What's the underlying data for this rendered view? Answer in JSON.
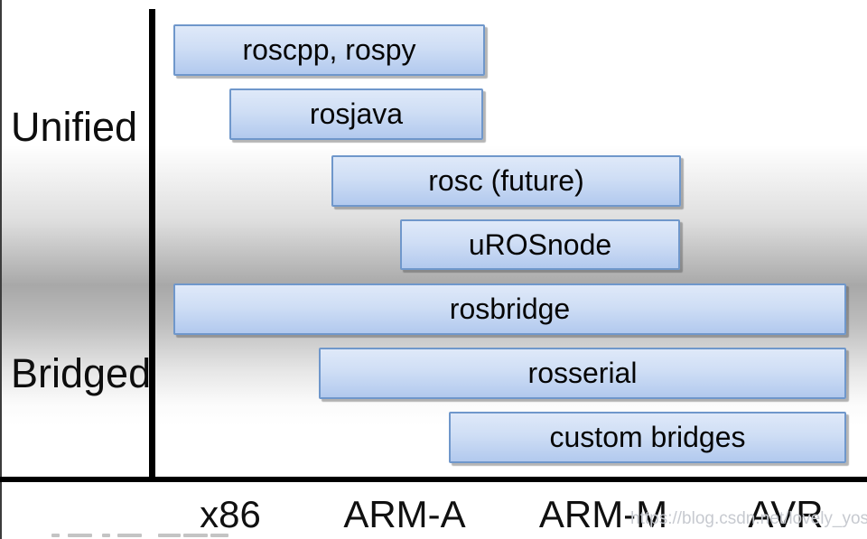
{
  "page": {
    "watermark": "https://blog.csdn.net/lovely_yoshino"
  },
  "groups": {
    "unified": "Unified",
    "bridged": "Bridged"
  },
  "bars": [
    {
      "label": "roscpp, rospy"
    },
    {
      "label": "rosjava"
    },
    {
      "label": "rosc (future)"
    },
    {
      "label": "uROSnode"
    },
    {
      "label": "rosbridge"
    },
    {
      "label": "rosserial"
    },
    {
      "label": "custom bridges"
    }
  ],
  "x_axis": {
    "categories": [
      "x86",
      "ARM-A",
      "ARM-M",
      "AVR"
    ]
  },
  "colors": {
    "bar_fill_top": "#dfe9f9",
    "bar_fill_bottom": "#b2c9ee",
    "bar_border": "#6f97cb",
    "axis_line": "#000000",
    "label_text": "#0e0e0e",
    "watermark_text": "#c7cad0",
    "background_band": "#a8a8a8"
  },
  "chart_data": {
    "type": "bar",
    "orientation": "horizontal-span",
    "title": "",
    "xlabel": "",
    "ylabel": "",
    "x_categories": [
      "x86",
      "ARM-A",
      "ARM-M",
      "AVR"
    ],
    "y_groups": [
      "Unified",
      "Bridged"
    ],
    "grid": false,
    "legend": false,
    "series": [
      {
        "name": "roscpp, rospy",
        "group": "Unified",
        "span": [
          "x86",
          "ARM-A"
        ]
      },
      {
        "name": "rosjava",
        "group": "Unified",
        "span": [
          "x86",
          "ARM-A"
        ]
      },
      {
        "name": "rosc (future)",
        "group": "Unified",
        "span": [
          "ARM-A",
          "ARM-M"
        ]
      },
      {
        "name": "uROSnode",
        "group": "Unified",
        "span": [
          "ARM-A",
          "ARM-M"
        ]
      },
      {
        "name": "rosbridge",
        "group": "Bridged",
        "span": [
          "x86",
          "AVR"
        ]
      },
      {
        "name": "rosserial",
        "group": "Bridged",
        "span": [
          "ARM-A",
          "AVR"
        ]
      },
      {
        "name": "custom bridges",
        "group": "Bridged",
        "span": [
          "ARM-M",
          "AVR"
        ]
      }
    ]
  }
}
